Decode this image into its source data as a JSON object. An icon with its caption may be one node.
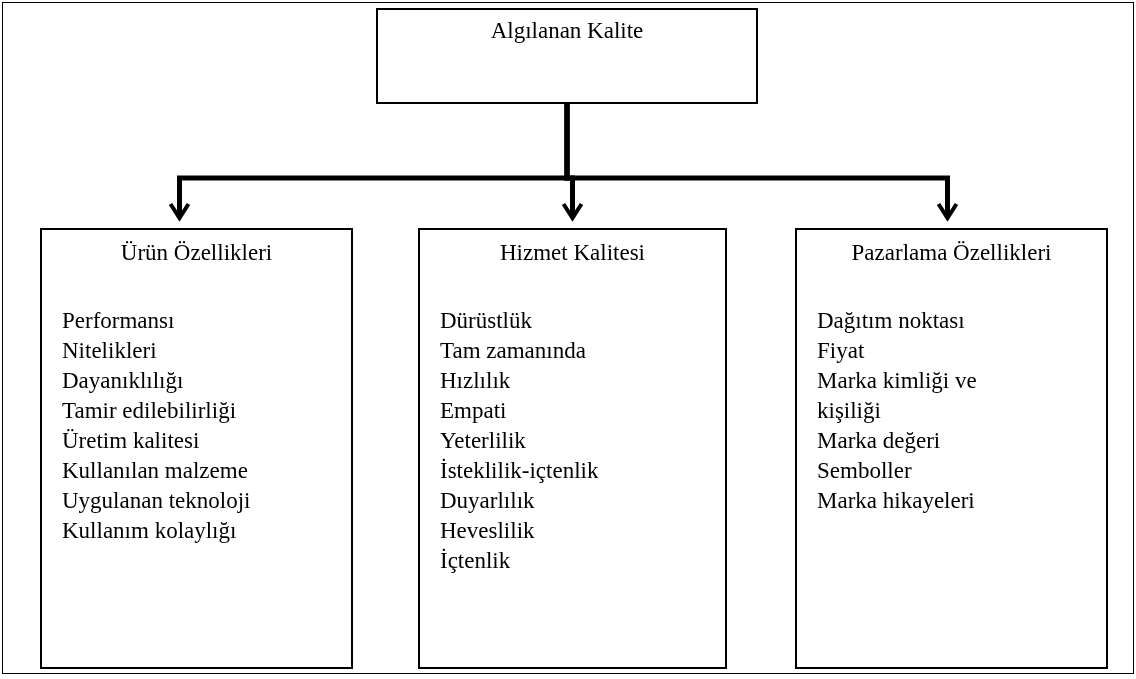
{
  "diagram": {
    "nodes": [
      {
        "text": [
          "Algılanan Kalite"
        ]
      },
      {
        "text": [
          "Ürün Özellikleri",
          "Performansı",
          "Nitelikleri",
          "Dayanıklılığı",
          "Tamir edilebilirliği",
          "Üretim kalitesi",
          "Kullanılan malzeme",
          "Uygulanan teknoloji",
          "Kullanım kolaylığı"
        ]
      },
      {
        "text": [
          "Hizmet Kalitesi",
          "Dürüstlük",
          "Tam zamanında",
          "Hızlılık",
          "Empati",
          "Yeterlilik",
          "İsteklilik-içtenlik",
          "Duyarlılık",
          "Heveslilik",
          "İçtenlik"
        ]
      },
      {
        "text": [
          "Pazarlama Özellikleri",
          "Dağıtım noktası",
          "Fiyat",
          "Marka kimliği ve kişiliği",
          "Marka değeri",
          "Semboller",
          "Marka hikayeleri"
        ]
      }
    ],
    "edges": [
      {
        "from": 0,
        "to": 1,
        "arrow": "to"
      },
      {
        "from": 0,
        "to": 2,
        "arrow": "to"
      },
      {
        "from": 0,
        "to": 3,
        "arrow": "to"
      }
    ]
  }
}
